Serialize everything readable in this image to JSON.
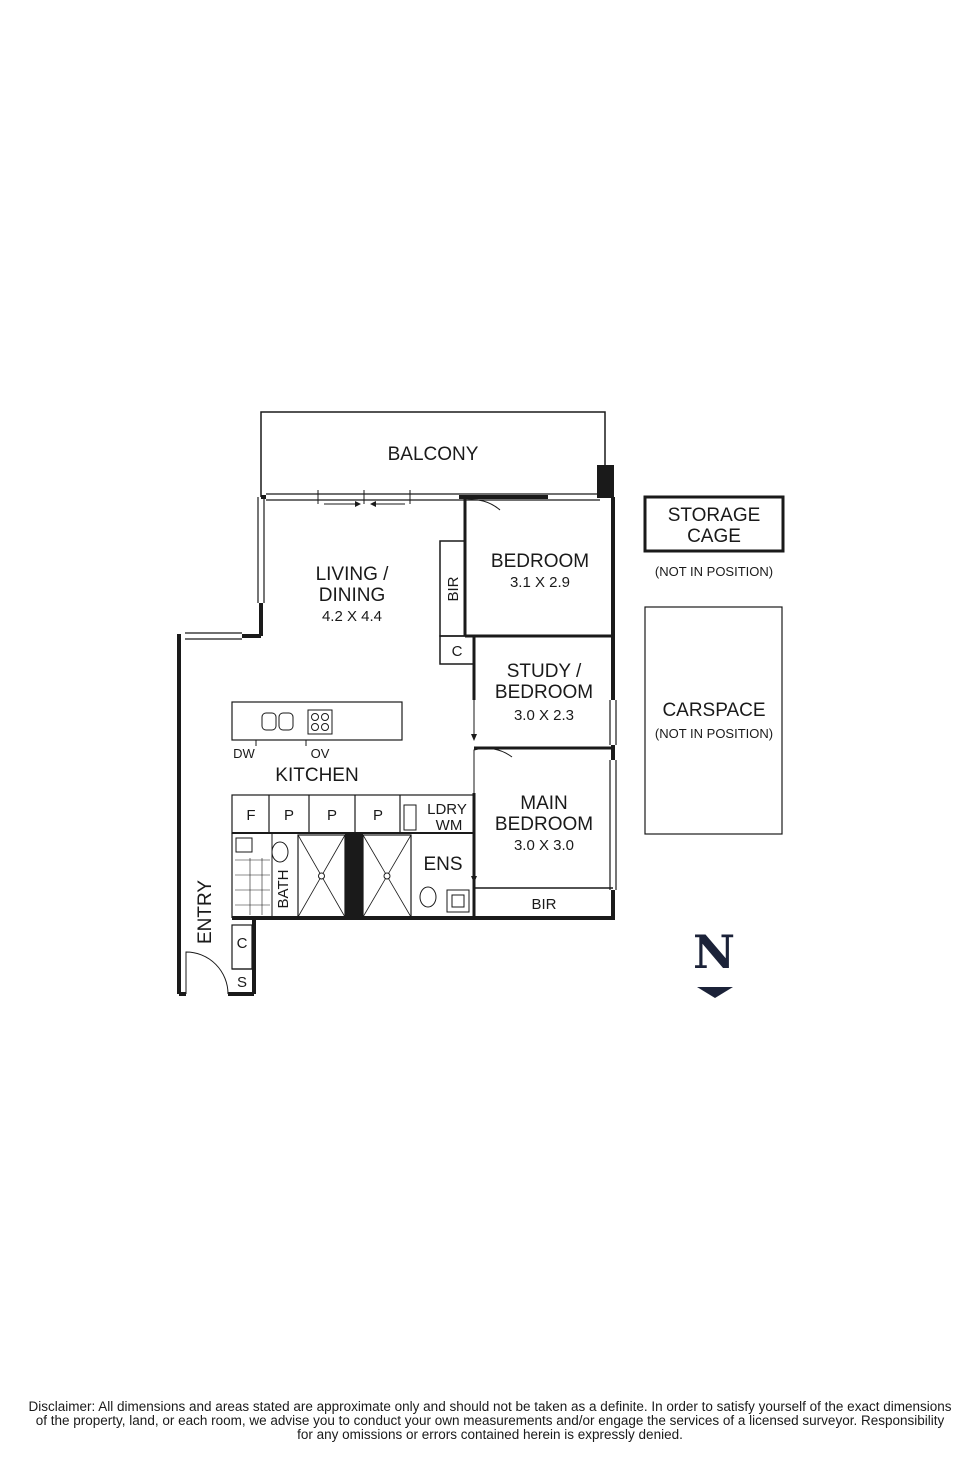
{
  "rooms": {
    "balcony": "BALCONY",
    "living_name_1": "LIVING /",
    "living_name_2": "DINING",
    "living_dims": "4.2 X 4.4",
    "bedroom_name": "BEDROOM",
    "bedroom_dims": "3.1 X 2.9",
    "study_name_1": "STUDY /",
    "study_name_2": "BEDROOM",
    "study_dims": "3.0 X 2.3",
    "main_name_1": "MAIN",
    "main_name_2": "BEDROOM",
    "main_dims": "3.0 X 3.0",
    "kitchen": "KITCHEN",
    "entry": "ENTRY",
    "bath": "BATH",
    "ens": "ENS",
    "ldry": "LDRY",
    "wm": "WM"
  },
  "fixtures": {
    "bir": "BIR",
    "c": "C",
    "s": "S",
    "f": "F",
    "p": "P",
    "dw": "DW",
    "ov": "OV"
  },
  "storage": {
    "name_1": "STORAGE",
    "name_2": "CAGE",
    "note": "(NOT IN POSITION)"
  },
  "carspace": {
    "name": "CARSPACE",
    "note": "(NOT IN POSITION)"
  },
  "compass": {
    "letter": "N",
    "color": "#1b2238"
  },
  "disclaimer": {
    "line1": "Disclaimer: All dimensions and areas stated are approximate only and should not be taken as a definite. In order to satisfy yourself of the exact dimensions",
    "line2": "of the property, land, or each room, we advise you to conduct your own measurements and/or engage the services of a licensed surveyor. Responsibility",
    "line3": "for any omissions or errors contained herein is expressly denied."
  }
}
